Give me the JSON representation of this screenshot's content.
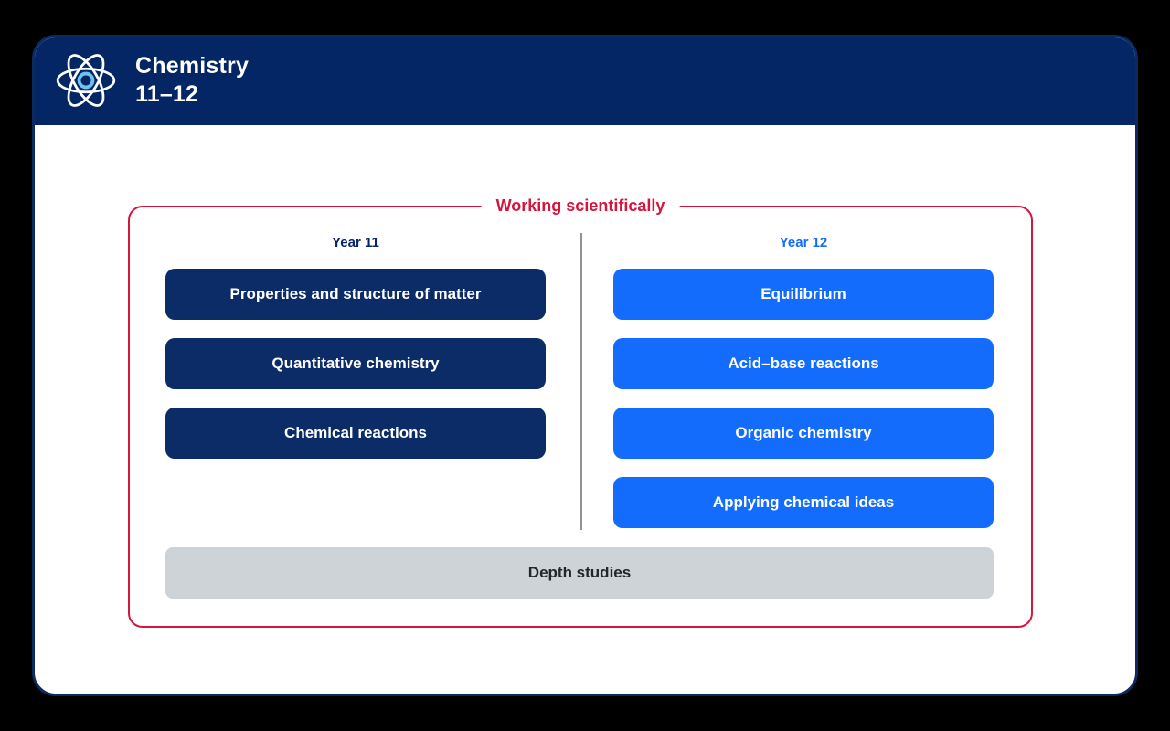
{
  "header": {
    "logo_icon": "atom-icon",
    "title_line1": "Chemistry",
    "title_line2": "11–12"
  },
  "diagram": {
    "group_label": "Working scientifically",
    "columns": [
      {
        "label": "Year 11",
        "modules": [
          "Properties and structure of matter",
          "Quantitative chemistry",
          "Chemical reactions"
        ]
      },
      {
        "label": "Year 12",
        "modules": [
          "Equilibrium",
          "Acid–base reactions",
          "Organic chemistry",
          "Applying chemical ideas"
        ]
      }
    ],
    "footer_module": "Depth studies"
  },
  "colors": {
    "header_navy": "#042664",
    "year11_navy": "#0b2c66",
    "year12_blue": "#146cfd",
    "group_red": "#d7153a",
    "depth_grey": "#cdd3d6",
    "depth_text": "#22272b",
    "divider_grey": "#8f9396",
    "atom_nucleus_blue": "#6cc3ee",
    "background_black": "#000000"
  }
}
